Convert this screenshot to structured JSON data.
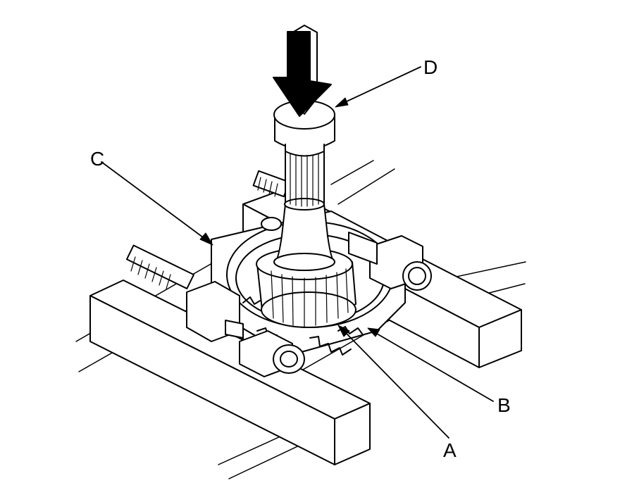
{
  "callouts": {
    "a": "A",
    "b": "B",
    "c": "C",
    "d": "D"
  },
  "colors": {
    "line": "#000000",
    "fill": "#ffffff",
    "arrow": "#000000"
  }
}
